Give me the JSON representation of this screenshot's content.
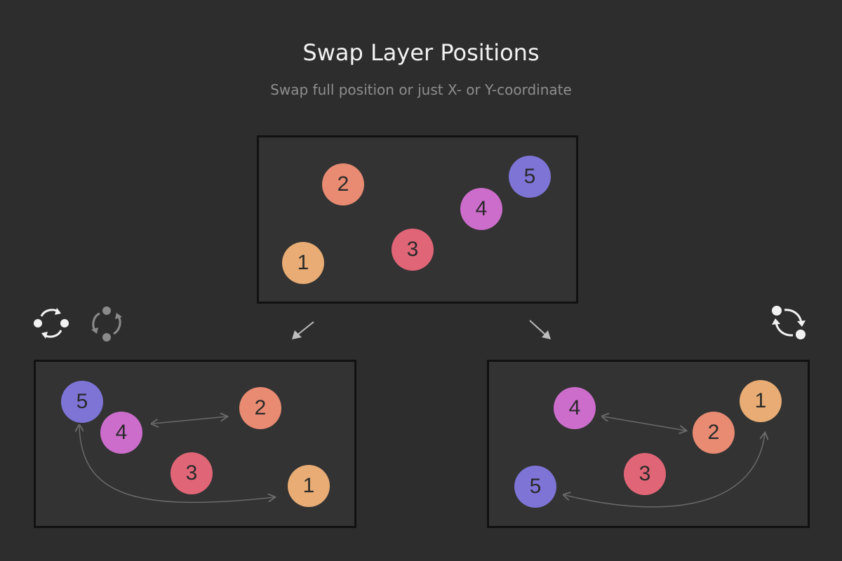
{
  "header": {
    "title": "Swap Layer Positions",
    "subtitle": "Swap full position or just X- or Y-coordinate"
  },
  "colors": {
    "background": "#2d2d2d",
    "stage": "#333333",
    "layer_1": "#e8ac74",
    "layer_2": "#e88b72",
    "layer_3": "#e06677",
    "layer_4": "#cc6dcc",
    "layer_5": "#7d74d6"
  },
  "stages": {
    "top": {
      "layers": [
        {
          "label": "1",
          "color": "#e8ac74"
        },
        {
          "label": "2",
          "color": "#e88b72"
        },
        {
          "label": "3",
          "color": "#e06677"
        },
        {
          "label": "4",
          "color": "#cc6dcc"
        },
        {
          "label": "5",
          "color": "#7d74d6"
        }
      ]
    },
    "left": {
      "layers": [
        {
          "label": "5",
          "color": "#7d74d6"
        },
        {
          "label": "4",
          "color": "#cc6dcc"
        },
        {
          "label": "2",
          "color": "#e88b72"
        },
        {
          "label": "3",
          "color": "#e06677"
        },
        {
          "label": "1",
          "color": "#e8ac74"
        }
      ]
    },
    "right": {
      "layers": [
        {
          "label": "4",
          "color": "#cc6dcc"
        },
        {
          "label": "1",
          "color": "#e8ac74"
        },
        {
          "label": "2",
          "color": "#e88b72"
        },
        {
          "label": "3",
          "color": "#e06677"
        },
        {
          "label": "5",
          "color": "#7d74d6"
        }
      ]
    }
  },
  "icons": {
    "left_active": "swap-position-icon",
    "left_inactive": "swap-vertical-icon",
    "right_active": "swap-diagonal-icon",
    "arrow_left": "arrow-down-left-icon",
    "arrow_right": "arrow-down-right-icon"
  }
}
